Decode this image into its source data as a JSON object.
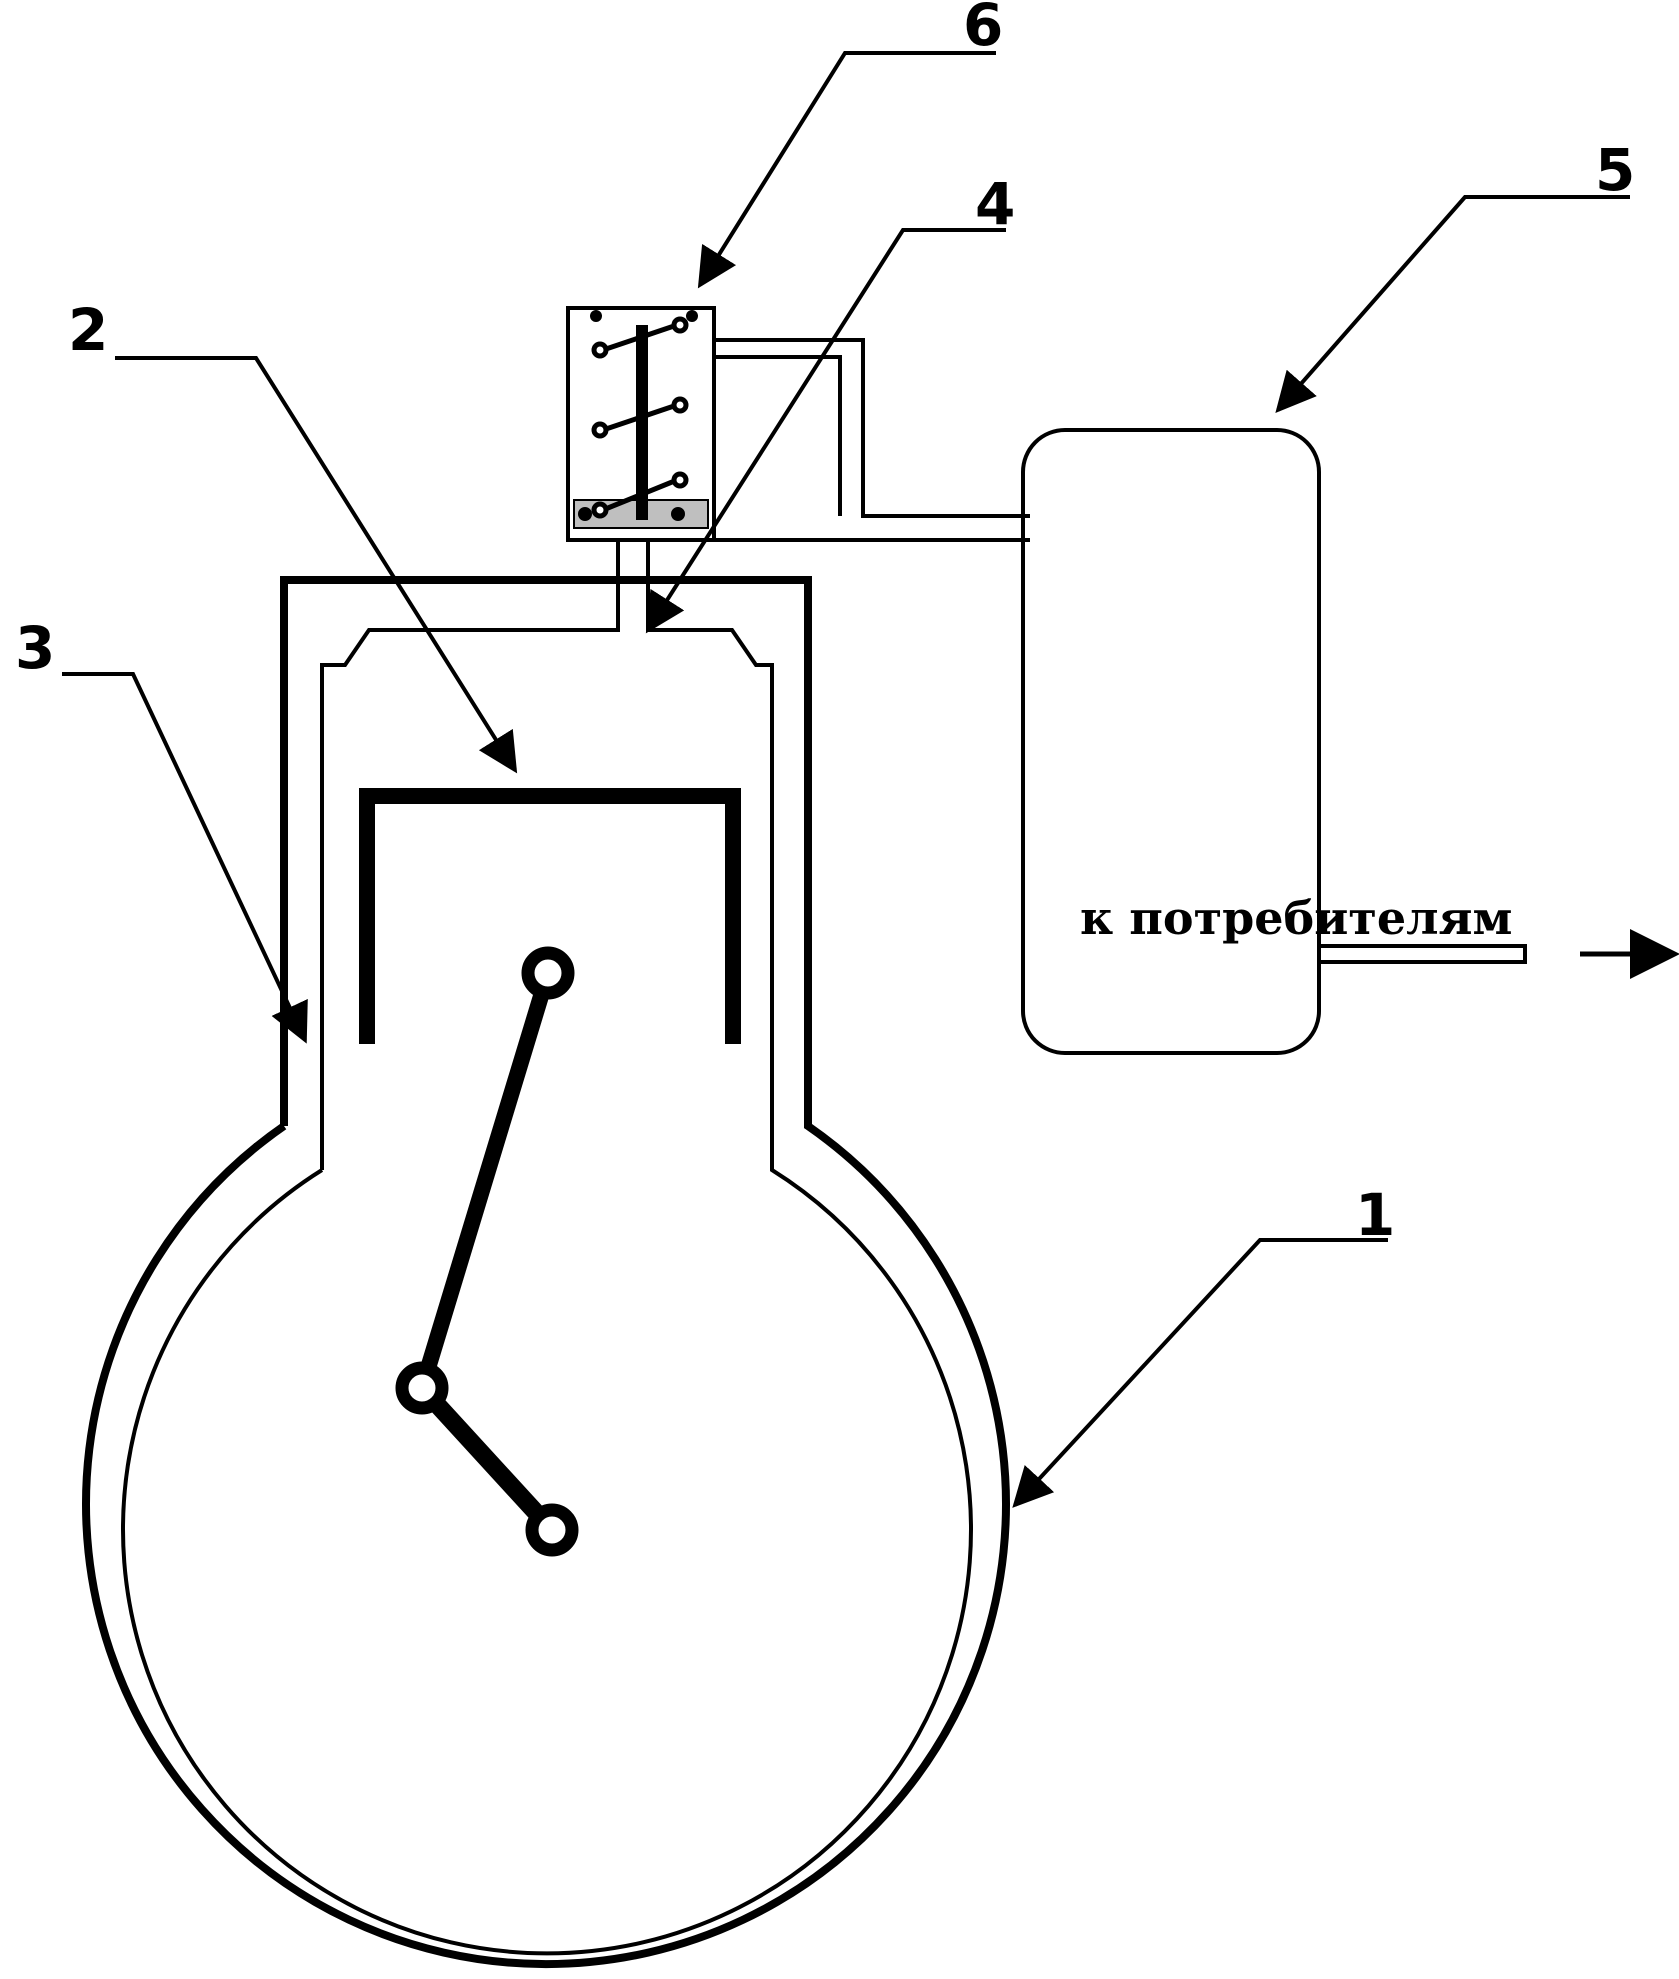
{
  "labels": {
    "n1": "1",
    "n2": "2",
    "n3": "3",
    "n4": "4",
    "n5": "5",
    "n6": "6"
  },
  "outlet_text": "к потребителям",
  "colors": {
    "line": "#000000",
    "background": "#ffffff",
    "seat_fill": "#bfbfbf"
  }
}
